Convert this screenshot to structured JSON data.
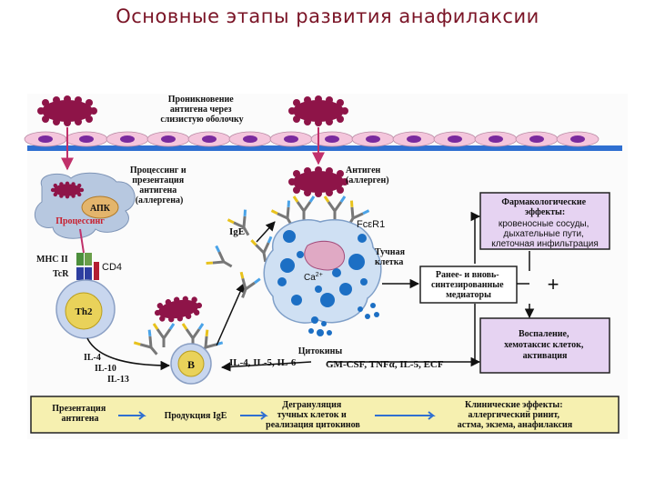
{
  "title": "Основные этапы  развития анафилаксии",
  "diagram": {
    "penetration": [
      "Проникновение",
      "антигена через",
      "слизистую оболочку"
    ],
    "processing": [
      "Процессинг и",
      "презентация",
      "антигена",
      "(аллергена)"
    ],
    "apc": "АПК",
    "processing_label": "Процессинг",
    "mhc": "MHC II",
    "tcr": "TcR",
    "cd4": "CD4",
    "th2": "Th2",
    "il_left": [
      "IL-4",
      "IL-10",
      "IL-13"
    ],
    "b_cell": "B",
    "ige": "IgE",
    "antigen": [
      "Антиген",
      "(аллерген)"
    ],
    "fc_receptor": "FcεR1",
    "mast_cell": [
      "Тучная",
      "клетка"
    ],
    "calcium": "Ca",
    "calcium_sup": "2+",
    "cytokines": "Цитокины",
    "il_b": "IL-4, IL-5, IL-6",
    "gm_csf": "GM-CSF, TNFα, IL-5, ECF",
    "pharm_title": [
      "Фармакологические",
      "эффекты:"
    ],
    "pharm_body": [
      "кровеносные сосуды,",
      "дыхательные пути,",
      "клеточная инфильтрация"
    ],
    "mediators": [
      "Ранее- и вновь-",
      "синтезированные",
      "медиаторы"
    ],
    "plus": "+",
    "inflammation": [
      "Воспаление,",
      "хемотаксис клеток,",
      "активация"
    ],
    "steps": [
      [
        "Презентация",
        "антигена"
      ],
      [
        "Продукция IgE"
      ],
      [
        "Дегрануляция",
        "тучных клеток и",
        "реализация цитокинов"
      ],
      [
        "Клинические эффекты:",
        "аллергический ринит,",
        "астма, экзема, анафилаксия"
      ]
    ]
  },
  "colors": {
    "title": "#7a1426",
    "allergen": "#8e1448",
    "membrane": "#2f6fd1",
    "epithelium": "#f4c6dc",
    "nucleus": "#7a2a9e",
    "apc_fill": "#b7c8e0",
    "th2_fill": "#c8d6ee",
    "mast_fill": "#cfe0f3",
    "granule": "#1c6fc4",
    "pharm_box": "#e6d3f2",
    "bottom_band": "#f6f0b0",
    "box_border": "#222222"
  }
}
